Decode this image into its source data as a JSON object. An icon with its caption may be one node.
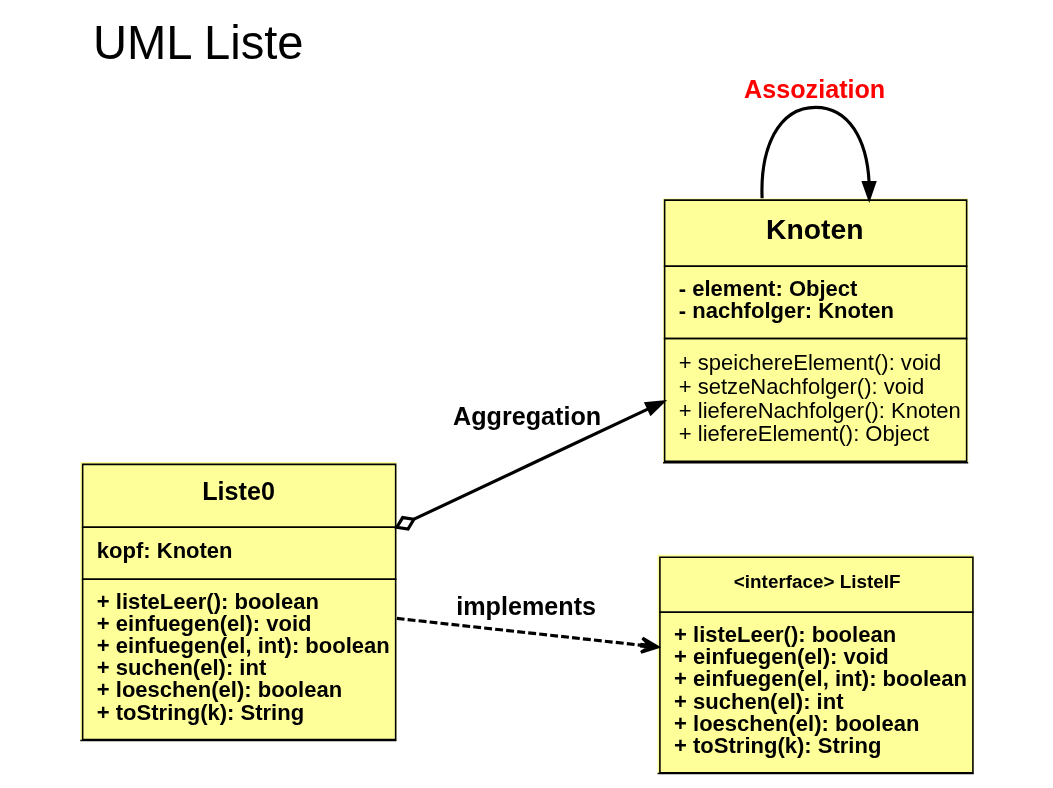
{
  "diagram": {
    "title": "UML Liste",
    "nodes": [
      {
        "text": [
          "Knoten",
          "- element: Object",
          "- nachfolger: Knoten",
          "+ speichereElement(): void",
          "+ setzeNachfolger(): void",
          "+ liefereNachfolger(): Knoten",
          "+ liefereElement(): Object"
        ]
      },
      {
        "text": [
          "Liste0",
          "kopf: Knoten",
          "+ listeLeer(): boolean",
          "+ einfuegen(el): void",
          "+ einfuegen(el, int): boolean",
          "+ suchen(el): int",
          "+ loeschen(el): boolean",
          "+ toString(k): String"
        ]
      },
      {
        "text": [
          "<interface> ListeIF",
          "+ listeLeer(): boolean",
          "+ einfuegen(el): void",
          "+ einfuegen(el, int): boolean",
          "+ suchen(el): int",
          "+ loeschen(el): boolean",
          "+ toString(k): String"
        ]
      }
    ],
    "edges": [
      {
        "from": 0,
        "to": 0,
        "arrow": "to",
        "label": "Assoziation"
      },
      {
        "from": 1,
        "to": 0,
        "arrow": "to",
        "label": "Aggregation"
      },
      {
        "from": 1,
        "to": 2,
        "arrow": "to",
        "label": "implements",
        "style": "dashed"
      }
    ]
  }
}
